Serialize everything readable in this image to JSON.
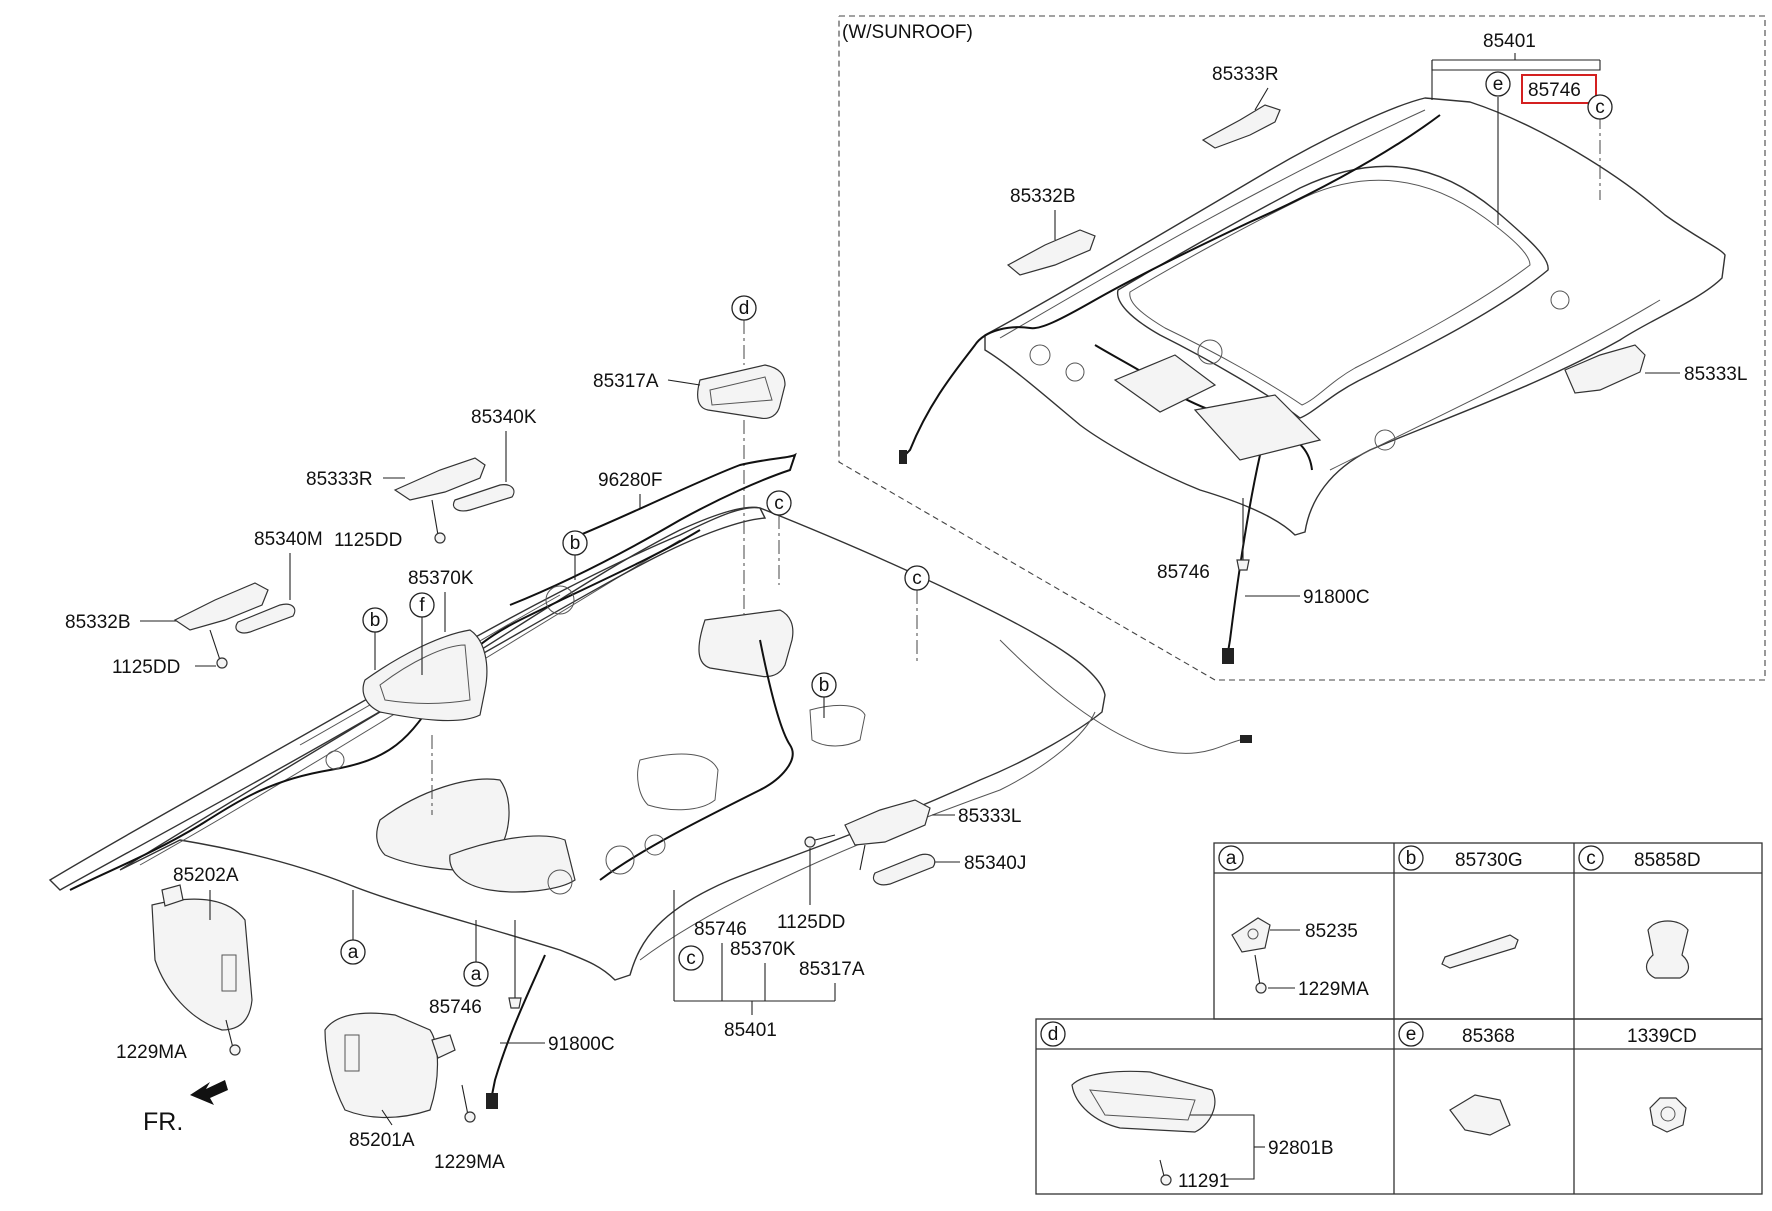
{
  "sunroof_panel": {
    "title": "(W/SUNROOF)",
    "labels": {
      "top_assembly": "85401",
      "highlight": "85746",
      "handle_bracket_right": "85333R",
      "handle_bracket_b": "85332B",
      "handle_bracket_left": "85333L",
      "clip": "85746",
      "wiring": "91800C"
    },
    "callouts": {
      "e": "e",
      "c": "c"
    }
  },
  "main_diagram": {
    "labels": {
      "room_lamp": "85317A",
      "grip_handle_k": "85340K",
      "bracket_r": "85333R",
      "wiring_f": "96280F",
      "grip_handle_m": "85340M",
      "bolt_1": "1125DD",
      "bracket_b": "85332B",
      "bolt_2": "1125DD",
      "lamp_k": "85370K",
      "visor_left": "85202A",
      "screw_visor_left": "1229MA",
      "fr": "FR.",
      "visor_right": "85201A",
      "screw_visor_right": "1229MA",
      "clip_bottom": "85746",
      "wiring_bottom": "91800C",
      "bracket_l": "85333L",
      "grip_handle_j": "85340J",
      "bolt_3": "1125DD",
      "group_clip": "85746",
      "group_lamp": "85370K",
      "group_room_lamp": "85317A",
      "assembly": "85401"
    },
    "callouts": {
      "d": "d",
      "c1": "c",
      "c2": "c",
      "b1": "b",
      "b2": "b",
      "b3": "b",
      "f": "f",
      "a1": "a",
      "a2": "a",
      "c3": "c"
    }
  },
  "detail_table": {
    "cells": [
      {
        "key": "a",
        "part": "",
        "sub1": "85235",
        "sub2": "1229MA"
      },
      {
        "key": "b",
        "part": "85730G"
      },
      {
        "key": "c",
        "part": "85858D"
      },
      {
        "key": "d",
        "part": "",
        "sub1": "92801B",
        "sub2": "11291"
      },
      {
        "key": "e",
        "part": "85368"
      },
      {
        "key": "",
        "part": "1339CD"
      }
    ]
  },
  "colors": {
    "line": "#333333",
    "highlight_box": "#d42020",
    "background": "#ffffff"
  }
}
